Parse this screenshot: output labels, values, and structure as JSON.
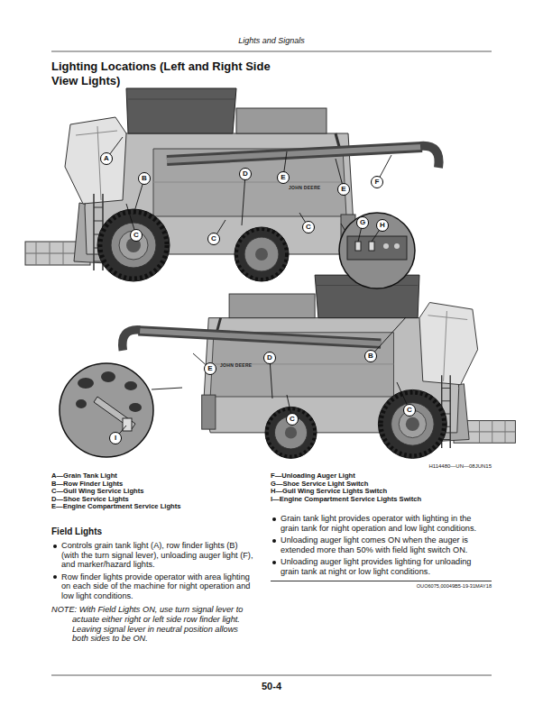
{
  "diagram": {
    "title": "Lighting Locations (Left and Right Side View Lights)",
    "nodes": [
      {
        "text": [
          "A"
        ]
      },
      {
        "text": [
          "B"
        ]
      },
      {
        "text": [
          "D"
        ]
      },
      {
        "text": [
          "E"
        ]
      },
      {
        "text": [
          "F"
        ]
      },
      {
        "text": [
          "E"
        ]
      },
      {
        "text": [
          "C"
        ]
      },
      {
        "text": [
          "C"
        ]
      },
      {
        "text": [
          "C"
        ]
      },
      {
        "text": [
          "G"
        ]
      },
      {
        "text": [
          "H"
        ]
      },
      {
        "text": [
          "B"
        ]
      },
      {
        "text": [
          "D"
        ]
      },
      {
        "text": [
          "E"
        ]
      },
      {
        "text": [
          "I"
        ]
      },
      {
        "text": [
          "C"
        ]
      },
      {
        "text": [
          "C"
        ]
      }
    ],
    "labels": [
      "Lights and Signals",
      "JOHN DEERE",
      "JOHN DEERE",
      "H114480—UN—08JUN15",
      "A—Grain Tank Light",
      "B—Row Finder Lights",
      "C—Gull Wing Service Lights",
      "D—Shoe Service Lights",
      "E—Engine Compartment Service Lights",
      "F—Unloading Auger Light",
      "G—Shoe Service Light Switch",
      "H—Gull Wing Service Lights Switch",
      "I—Engine Compartment Service Lights Switch",
      "Field Lights",
      "Controls grain tank light (A), row finder lights (B) (with the turn signal lever), unloading auger light (F), and marker/hazard lights.",
      "Row finder lights provide operator with area lighting on each side of the machine for night operation and low light conditions.",
      "NOTE: With Field Lights ON, use turn signal lever to actuate either right or left side row finder light. Leaving signal lever in neutral position allows both sides to be ON.",
      "Grain tank light provides operator with lighting in the grain tank for night operation and low light conditions.",
      "Unloading auger light comes ON when the auger is extended more than 50% with field light switch ON.",
      "Unloading auger light provides lighting for unloading grain tank at night or low light conditions.",
      "OUO6075,00049B5-19-31MAY18",
      "50-4"
    ]
  }
}
